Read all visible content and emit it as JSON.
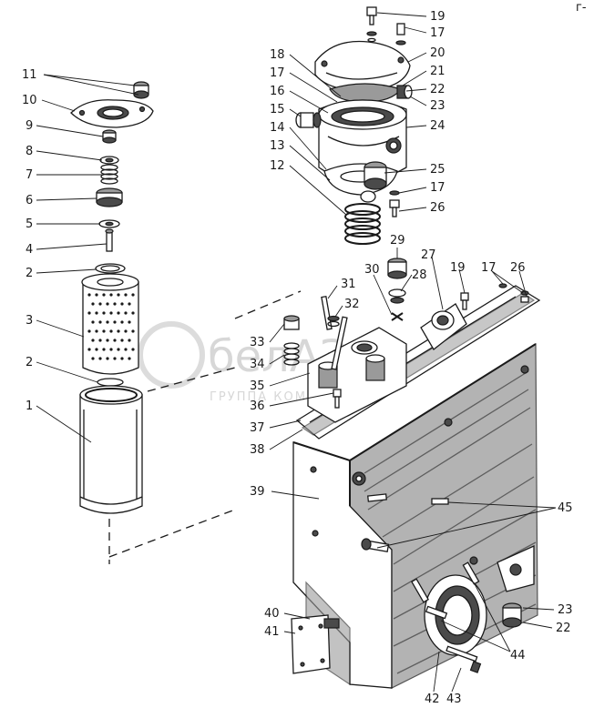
{
  "watermark": {
    "brand": "белАЗ",
    "subtitle": "ГРУППА КОМПАНИЙ"
  },
  "corner_mark": "г-",
  "callouts": {
    "left": [
      "11",
      "10",
      "9",
      "8",
      "7",
      "6",
      "5",
      "4",
      "2",
      "3",
      "2",
      "1"
    ],
    "top_left": [
      "18",
      "17",
      "16",
      "15",
      "14",
      "13",
      "12"
    ],
    "top_right": [
      "19",
      "17",
      "20",
      "21",
      "22",
      "23",
      "24",
      "25",
      "17",
      "26"
    ],
    "mid": [
      "29",
      "27",
      "30",
      "28",
      "19",
      "17",
      "26",
      "31",
      "32",
      "33",
      "34",
      "35",
      "36",
      "37",
      "38",
      "39",
      "45"
    ],
    "bottom": [
      "23",
      "40",
      "22",
      "41",
      "44",
      "42",
      "43"
    ]
  }
}
